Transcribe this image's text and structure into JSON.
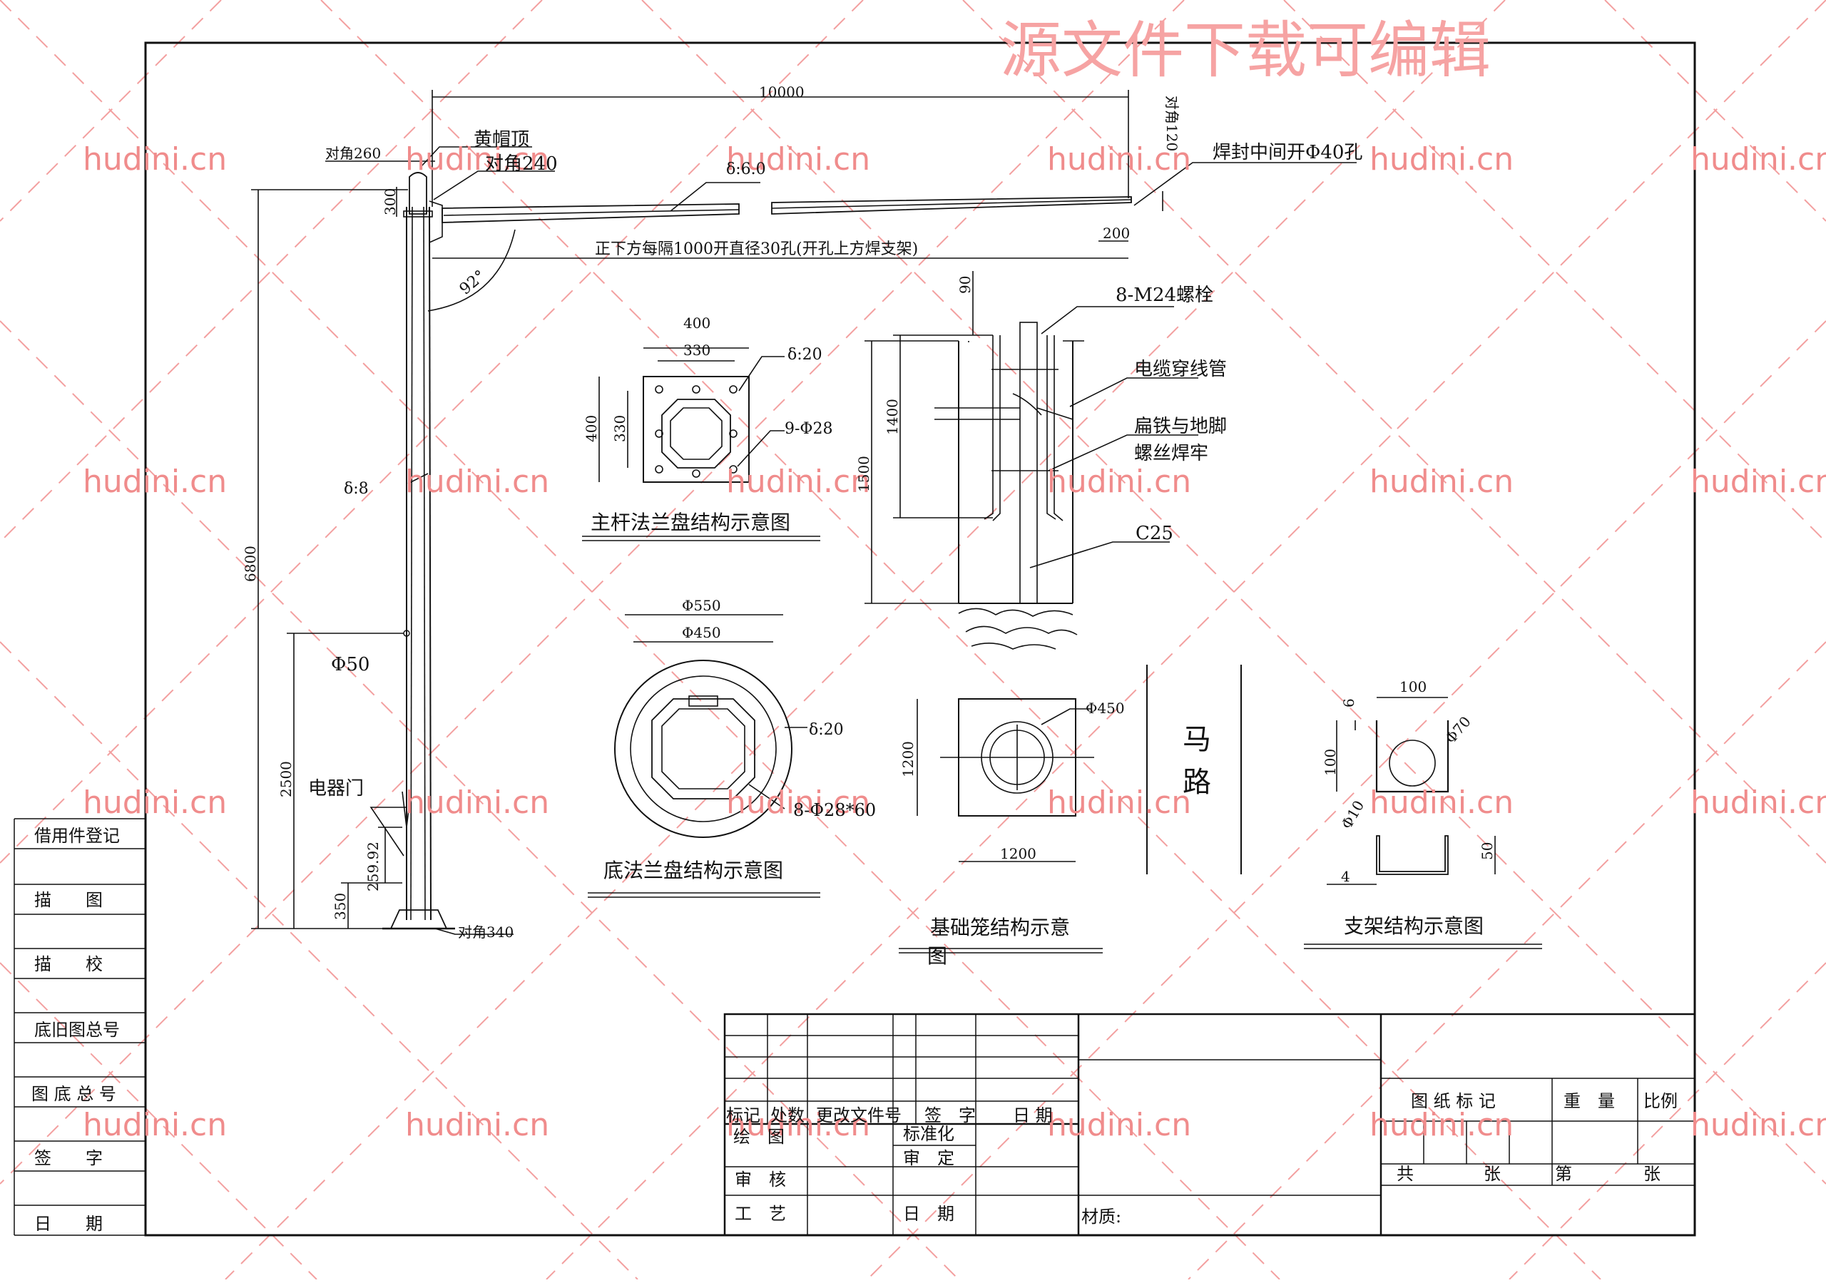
{
  "watermarks": {
    "header": "源文件下载可编辑",
    "site": "hudini.cn"
  },
  "pole_elevation": {
    "total_length": "10000",
    "tip_diagonal": "对角120",
    "weld_note": "焊封中间开Φ40孔",
    "arm_thickness": "δ:6.0",
    "hole_note": "正下方每隔1000开直径30孔(开孔上方焊支架)",
    "tip_offset": "200",
    "cap_label": "黄帽顶",
    "top_diag_260": "对角260",
    "top_diag_240": "对角240",
    "height_300": "300",
    "angle": "92°",
    "total_height": "6800",
    "pole_thickness": "δ:8",
    "hole_dia": "Φ50",
    "door_height": "2500",
    "door_label": "电器门",
    "door_size": "259.92",
    "base_height": "350",
    "base_diag": "对角340"
  },
  "main_flange": {
    "title": "主杆法兰盘结构示意图",
    "outer_w": "400",
    "inner_w": "330",
    "outer_h": "400",
    "inner_h": "330",
    "thickness": "δ:20",
    "holes": "9-Φ28"
  },
  "base_flange": {
    "title": "底法兰盘结构示意图",
    "outer_d": "Φ550",
    "inner_d": "Φ450",
    "thickness": "δ:20",
    "holes": "8-Φ28*60"
  },
  "foundation": {
    "dim_90": "90",
    "bolts": "8-M24螺栓",
    "cable_pipe": "电缆穿线管",
    "flat_iron_1": "扁铁与地脚",
    "flat_iron_2": "螺丝焊牢",
    "depth_1400": "1400",
    "depth_1500": "1500",
    "concrete": "C25",
    "plan_h": "1200",
    "plan_w": "1200",
    "plan_d": "Φ450",
    "title_1": "基础笼结构示意",
    "title_2": "图"
  },
  "road": {
    "char_1": "马",
    "char_2": "路"
  },
  "bracket": {
    "title": "支架结构示意图",
    "width": "100",
    "gap": "6",
    "height": "100",
    "dia_70": "Φ70",
    "dia_10": "Φ10",
    "depth_50": "50",
    "thick_4": "4"
  },
  "left_column": [
    "借用件登记",
    "描　　图",
    "描　　校",
    "底旧图总号",
    "图 底 总 号",
    "签　　字",
    "日　　期"
  ],
  "title_block": {
    "rev_headers": [
      "标记",
      "处数",
      "更改文件号",
      "签　字",
      "日 期"
    ],
    "drawn_by": "绘　图",
    "standardization": "标准化",
    "checked": "审　核",
    "approved": "审　定",
    "process": "工　艺",
    "date": "日　期",
    "material": "材质:",
    "drawing_mark": "图 纸 标 记",
    "weight": "重　量",
    "scale": "比例",
    "total_sheets_a": "共",
    "total_sheets_b": "张",
    "sheet_no_a": "第",
    "sheet_no_b": "张"
  }
}
